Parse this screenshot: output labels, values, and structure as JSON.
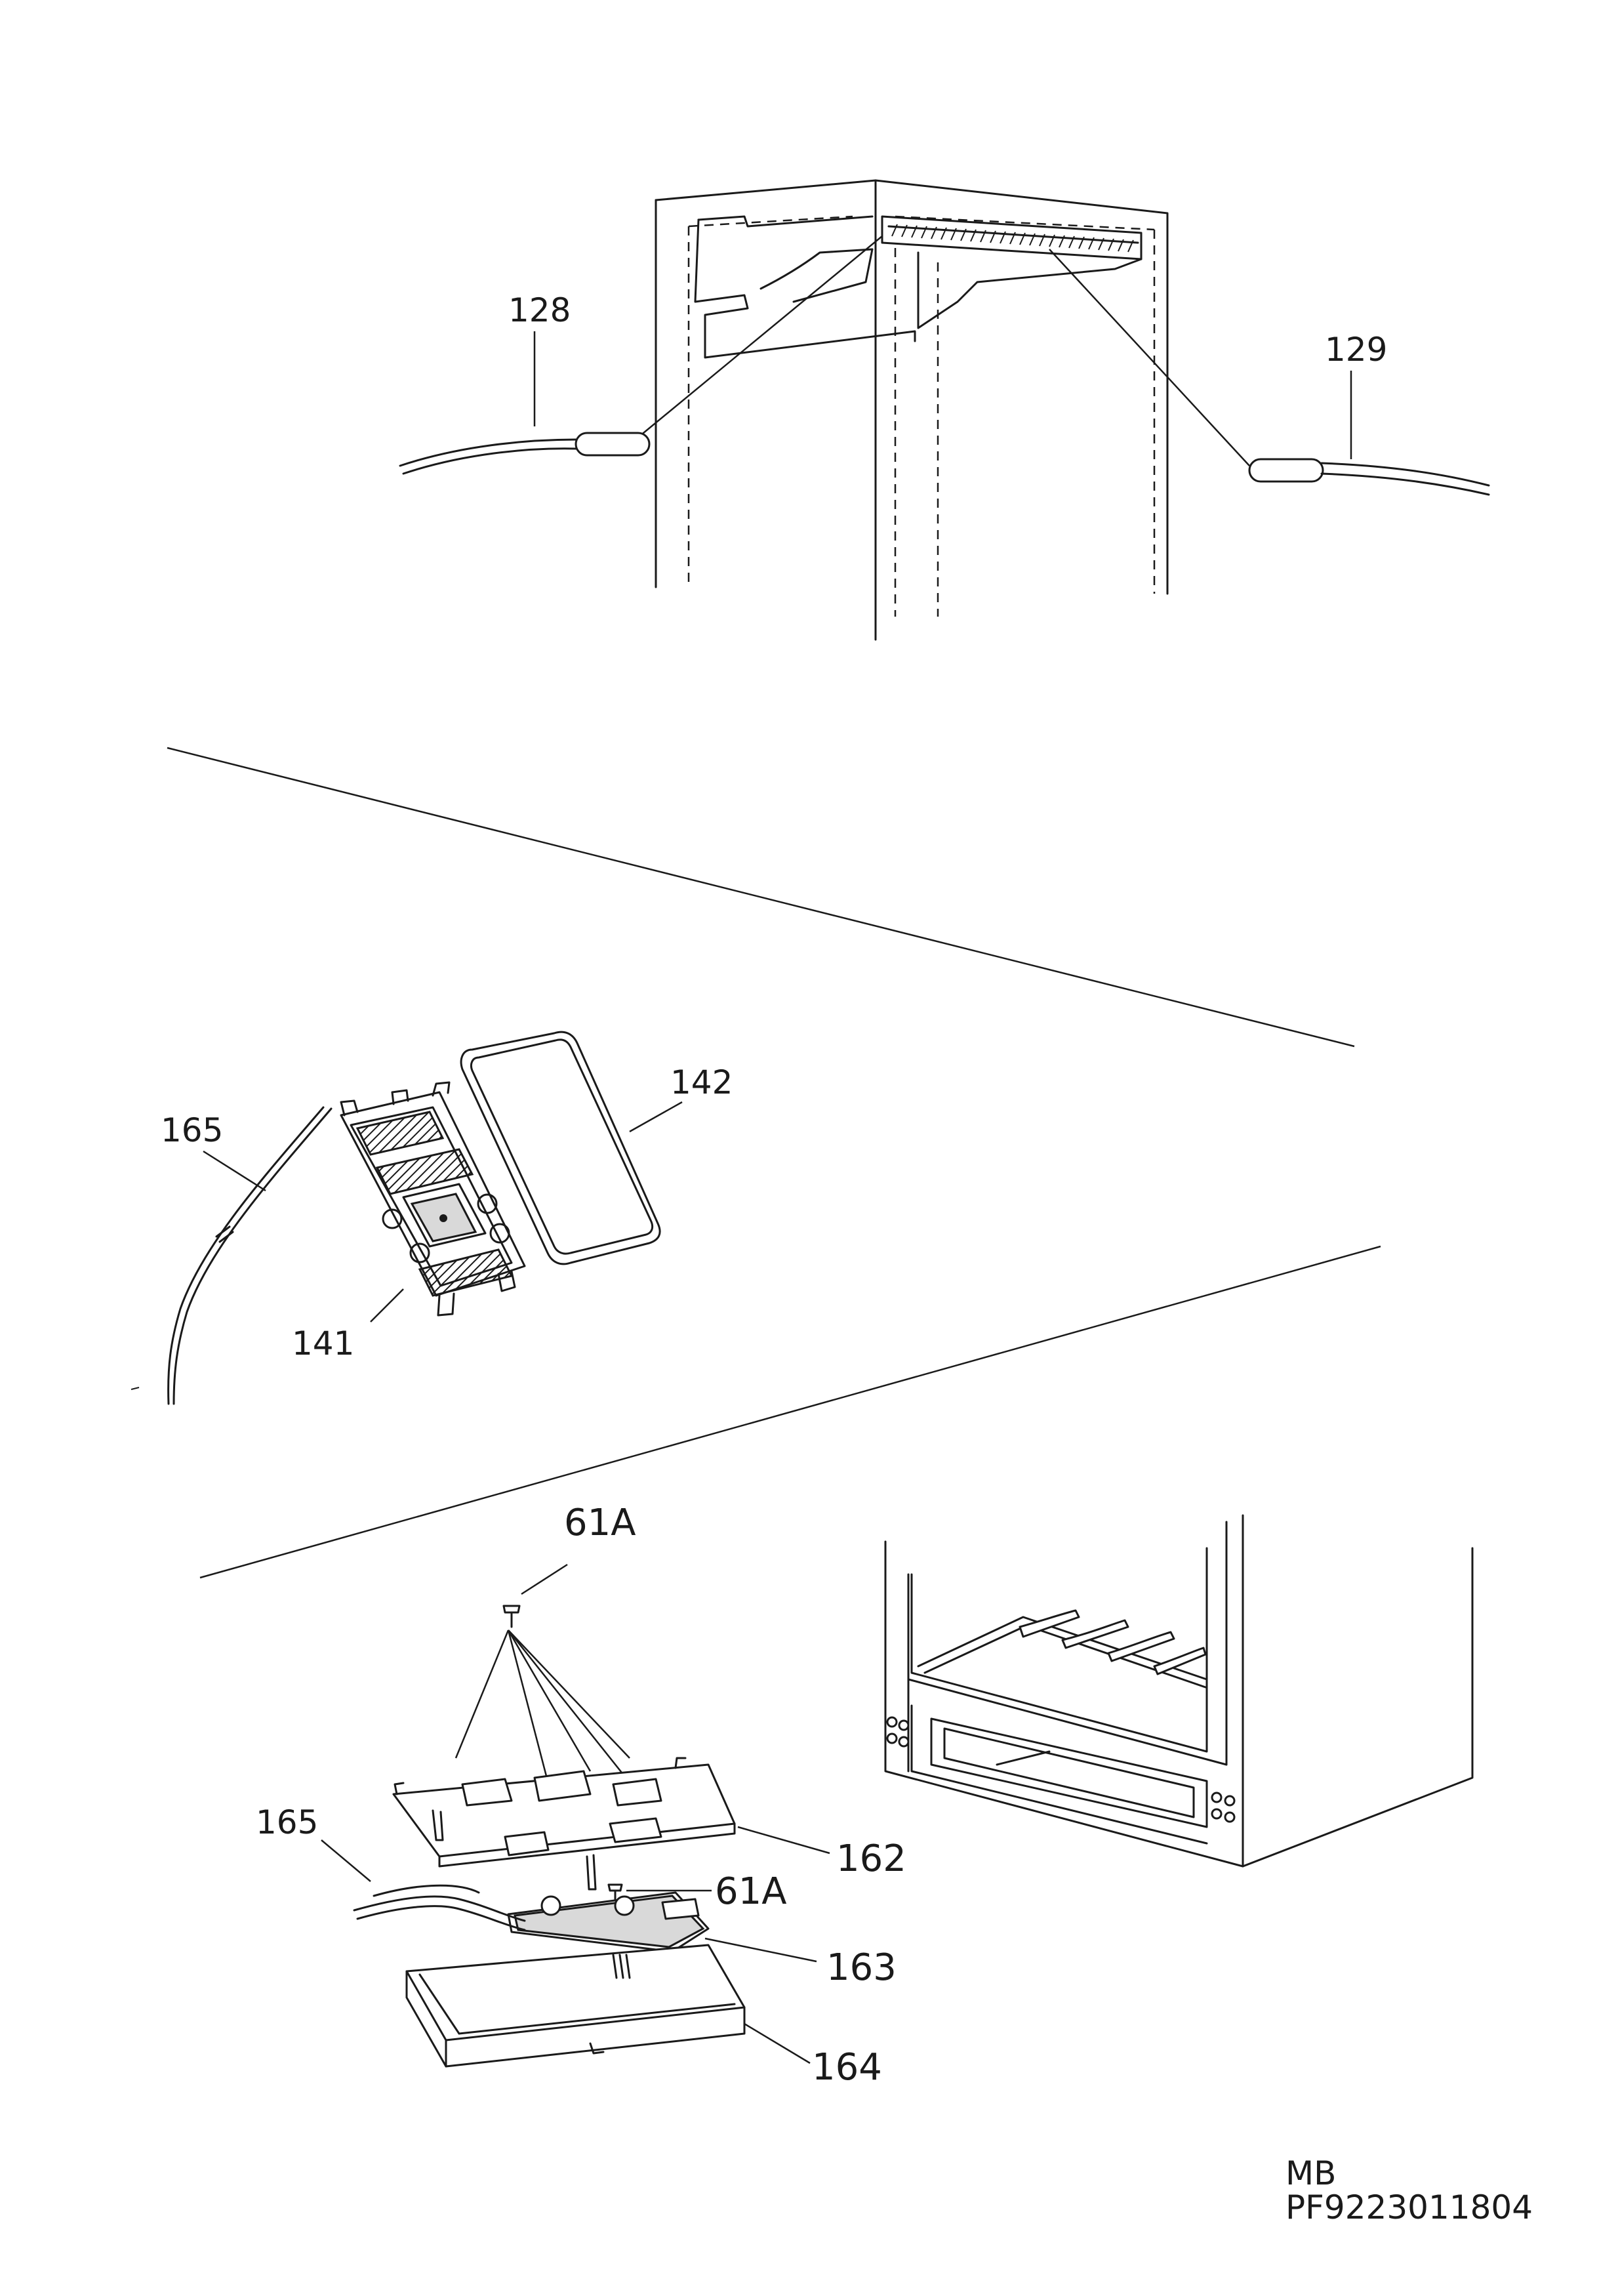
{
  "labels": {
    "p128": "128",
    "p129": "129",
    "p142": "142",
    "p165a": "165",
    "p141": "141",
    "p61a_top": "61A",
    "p165b": "165",
    "p162": "162",
    "p61a_mid": "61A",
    "p163": "163",
    "p164": "164"
  },
  "footer": {
    "line1": "MB",
    "line2": "PF9223011804"
  }
}
